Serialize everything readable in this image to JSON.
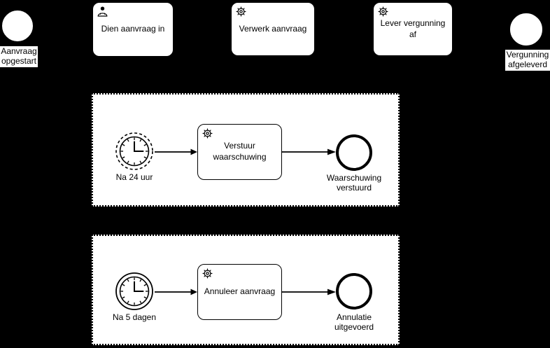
{
  "colors": {
    "canvas_background": "#000000",
    "shape_fill": "#ffffff",
    "stroke": "#000000",
    "text": "#000000"
  },
  "main_flow": {
    "start_event": {
      "label": "Aanvraag opgestart"
    },
    "tasks": [
      {
        "label": "Dien aanvraag in",
        "type": "user-task",
        "icon": "user-icon"
      },
      {
        "label": "Verwerk aanvraag",
        "type": "service-task",
        "icon": "gear-icon"
      },
      {
        "label": "Lever vergunning af",
        "type": "service-task",
        "icon": "gear-icon"
      }
    ],
    "end_event": {
      "label": "Vergunning afgeleverd"
    }
  },
  "event_subprocesses": [
    {
      "timer": {
        "label": "Na 24 uur",
        "icon": "clock-icon",
        "style": "non-interrupting-dashed"
      },
      "task": {
        "label": "Verstuur waarschuwing",
        "type": "service-task",
        "icon": "gear-icon"
      },
      "end_event": {
        "label": "Waarschuwing verstuurd"
      }
    },
    {
      "timer": {
        "label": "Na 5 dagen",
        "icon": "clock-icon",
        "style": "interrupting-solid"
      },
      "task": {
        "label": "Annuleer aanvraag",
        "type": "service-task",
        "icon": "gear-icon"
      },
      "end_event": {
        "label": "Annulatie uitgevoerd"
      }
    }
  ]
}
